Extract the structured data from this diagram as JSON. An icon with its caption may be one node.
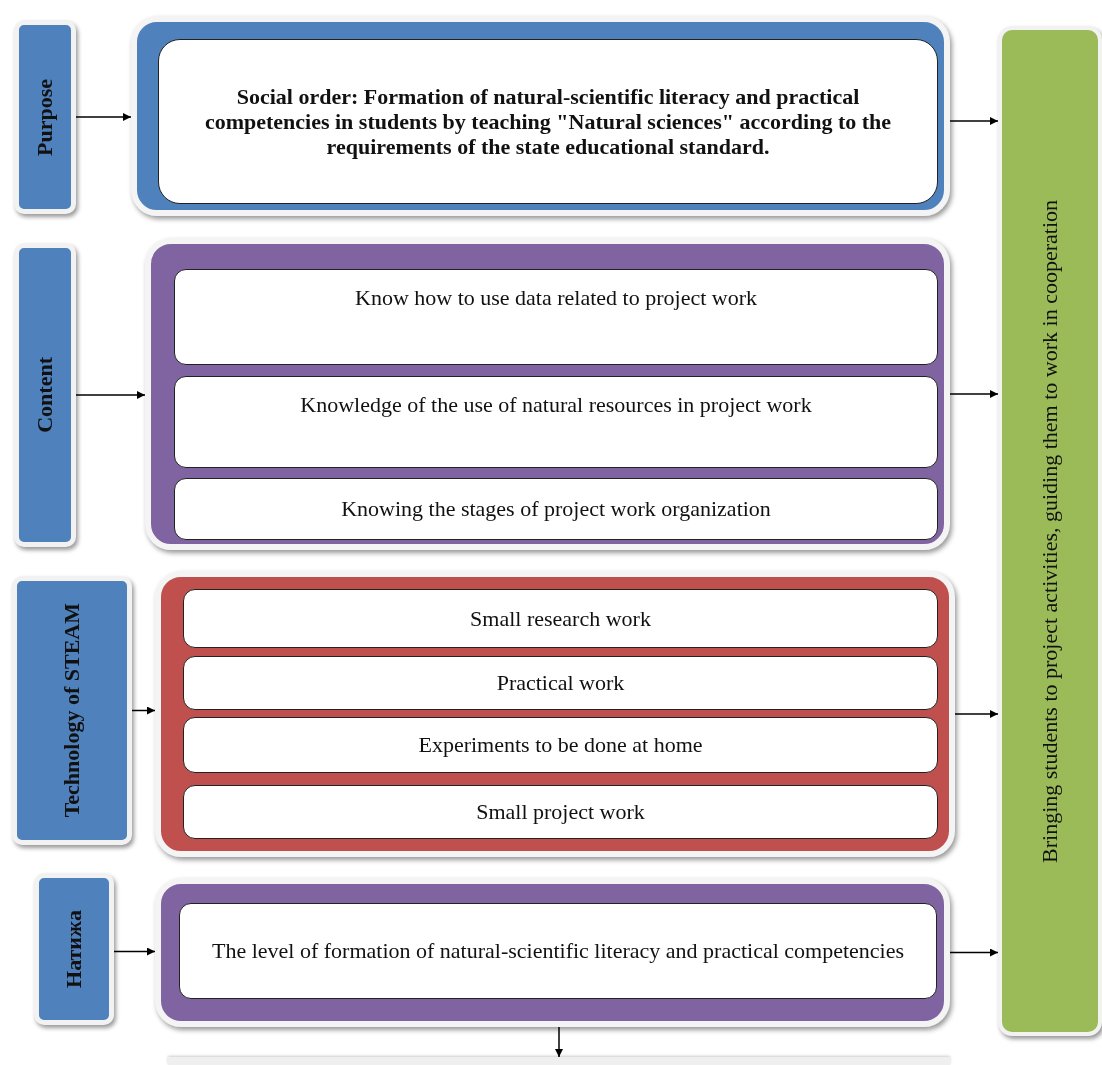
{
  "diagram": {
    "nodes": [
      {
        "text": [
          "Purpose"
        ]
      },
      {
        "text": [],
        "shape": "box"
      },
      {
        "text": [
          "Social order: Formation of natural-scientific literacy and practical competencies in students by teaching \"Natural sciences\" according to the requirements of the state educational standard."
        ],
        "in": 1
      },
      {
        "text": [
          "Content"
        ]
      },
      {
        "text": [],
        "shape": "box"
      },
      {
        "text": [
          "Know how to use data related to project work"
        ],
        "in": 4
      },
      {
        "text": [
          "Knowledge of the use of natural resources in project work"
        ],
        "in": 4
      },
      {
        "text": [
          "Knowing the stages of project work organization"
        ],
        "in": 4
      },
      {
        "text": [
          "Technology of STEAM"
        ]
      },
      {
        "text": [],
        "shape": "box"
      },
      {
        "text": [
          "Small research work"
        ],
        "in": 9
      },
      {
        "text": [
          "Practical work"
        ],
        "in": 9
      },
      {
        "text": [
          "Experiments to be done at home"
        ],
        "in": 9
      },
      {
        "text": [
          "Small project work"
        ],
        "in": 9
      },
      {
        "text": [
          "Натижа"
        ]
      },
      {
        "text": [],
        "shape": "box"
      },
      {
        "text": [
          "The level of formation of natural-scientific literacy and practical competencies"
        ],
        "in": 15
      },
      {
        "text": [
          "Bringing students to project activities, guiding them to work in cooperation"
        ]
      },
      {
        "text": [],
        "shape": "box"
      }
    ],
    "edges": [
      {
        "from": 0,
        "to": 1,
        "arrow": "to"
      },
      {
        "from": 3,
        "to": 4,
        "arrow": "to"
      },
      {
        "from": 8,
        "to": 9,
        "arrow": "to"
      },
      {
        "from": 14,
        "to": 15,
        "arrow": "to"
      },
      {
        "from": 1,
        "to": 17,
        "arrow": "to"
      },
      {
        "from": 4,
        "to": 17,
        "arrow": "to"
      },
      {
        "from": 9,
        "to": 17,
        "arrow": "to"
      },
      {
        "from": 15,
        "to": 17,
        "arrow": "to"
      },
      {
        "from": 15,
        "to": 18,
        "arrow": "to"
      }
    ]
  }
}
